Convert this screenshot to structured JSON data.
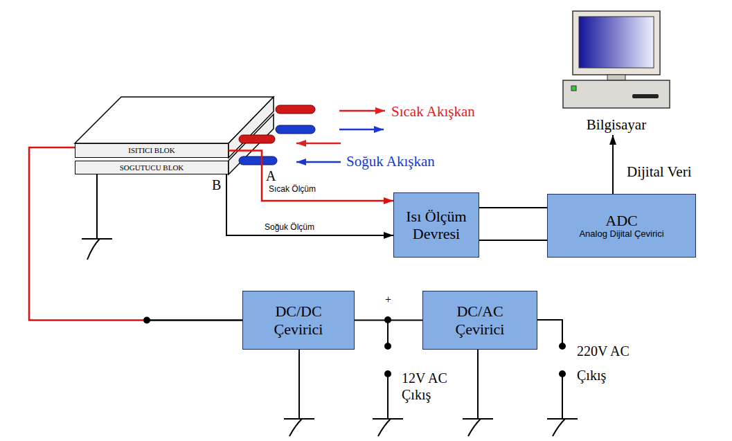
{
  "diagram": {
    "nodes": [
      {
        "text": [
          "ISITICI BLOK"
        ]
      },
      {
        "text": [
          "SOGUTUCU BLOK"
        ]
      },
      {
        "text": [
          "Bilgisayar"
        ]
      },
      {
        "text": [
          "Isı Ölçüm Devresi"
        ]
      },
      {
        "text": [
          "ADC",
          "Analog Dijital Çevirici"
        ]
      },
      {
        "text": [
          "DC/DC Çevirici"
        ]
      },
      {
        "text": [
          "DC/AC Çevirici"
        ]
      }
    ],
    "edges": [
      {
        "from": 0,
        "to": 3,
        "label": "Sıcak Ölçüm",
        "arrow": "to"
      },
      {
        "from": 1,
        "to": 3,
        "label": "Soğuk Ölçüm",
        "arrow": "to"
      },
      {
        "from": 3,
        "to": 4,
        "arrow": "none"
      },
      {
        "from": 4,
        "to": 2,
        "label": "Dijital Veri",
        "arrow": "to"
      },
      {
        "from": 0,
        "to": 5,
        "arrow": "none"
      },
      {
        "from": 5,
        "to": 6,
        "arrow": "none"
      }
    ],
    "labels": [
      "Sıcak Akışkan",
      "Soğuk Akışkan",
      "A",
      "B",
      "+",
      "12V AC Çıkış",
      "220V AC Çıkış"
    ]
  }
}
